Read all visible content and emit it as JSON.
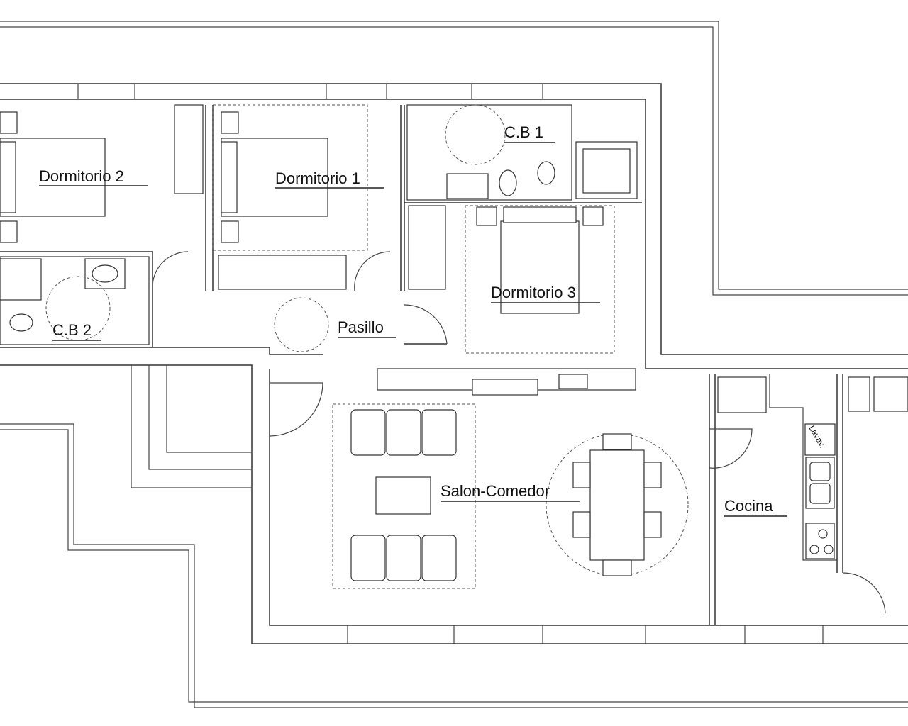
{
  "plan": {
    "rooms": {
      "dormitorio2": "Dormitorio 2",
      "dormitorio1": "Dormitorio 1",
      "cb1": "C.B 1",
      "dormitorio3": "Dormitorio 3",
      "cb2": "C.B 2",
      "pasillo": "Pasillo",
      "salon": "Salon-Comedor",
      "cocina": "Cocina"
    },
    "fixtures": {
      "lavadero": "Lavav."
    }
  }
}
